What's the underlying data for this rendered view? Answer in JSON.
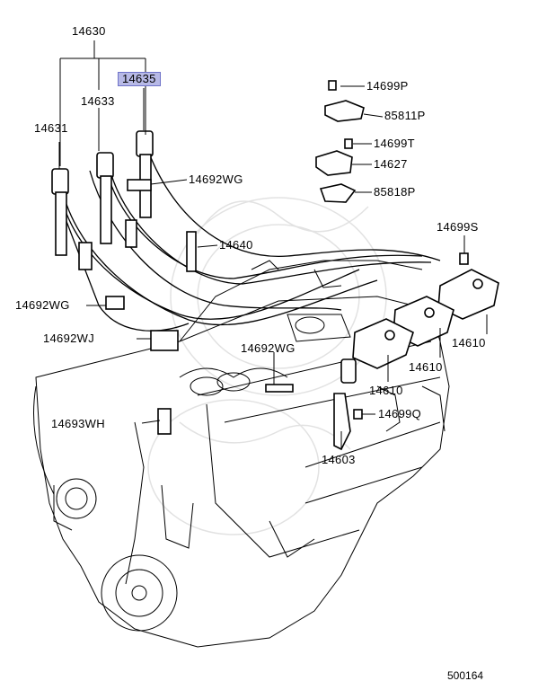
{
  "parts": {
    "p14630": "14630",
    "p14635": "14635",
    "p14633": "14633",
    "p14631": "14631",
    "p14699P": "14699P",
    "p85811P": "85811P",
    "p14699T": "14699T",
    "p14627": "14627",
    "p85818P": "85818P",
    "p14692WG_top": "14692WG",
    "p14640": "14640",
    "p14699S": "14699S",
    "p14692WG_left": "14692WG",
    "p14692WJ": "14692WJ",
    "p14692WG_mid": "14692WG",
    "p14610_a": "14610",
    "p14610_b": "14610",
    "p14610_c": "14610",
    "p14693WH": "14693WH",
    "p14699Q": "14699Q",
    "p14603": "14603"
  },
  "highlight_color": "#b7b9e6",
  "figure_number": "500164"
}
